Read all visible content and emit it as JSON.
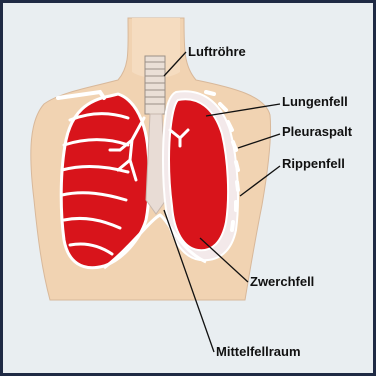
{
  "labels": {
    "luftroehre": "Luftröhre",
    "lungenfell": "Lungenfell",
    "pleuraspalt": "Pleuraspalt",
    "rippenfell": "Rippenfell",
    "zwerchfell": "Zwerchfell",
    "mittelfellraum": "Mittelfellraum"
  },
  "colors": {
    "background": "#e9eef1",
    "skin": "#f1d3b2",
    "lung": "#d8141b",
    "pleura": "#f3e9ea",
    "frame": "#1f2a44"
  }
}
